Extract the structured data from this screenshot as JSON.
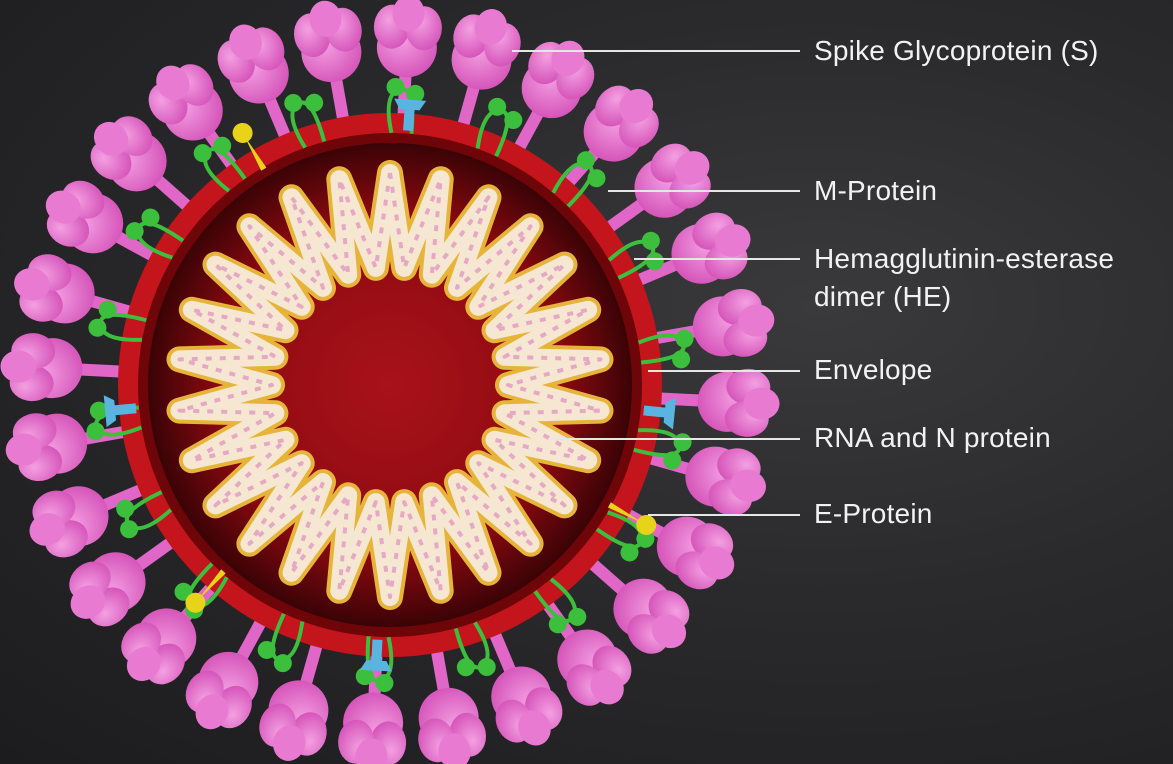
{
  "labels": {
    "spike": "Spike Glycoprotein (S)",
    "m_protein": "M-Protein",
    "he_line1": "Hemagglutinin-esterase",
    "he_line2": "dimer (HE)",
    "envelope": "Envelope",
    "rna": "RNA and N protein",
    "e_protein": "E-Protein"
  },
  "colors": {
    "background": "#2a2a2c",
    "spike": "#e066c8",
    "envelope": "#c4141c",
    "interior": "#8e0a10",
    "m_protein": "#3cbf3c",
    "he": "#5ab4e0",
    "e_protein": "#e8d21a",
    "rna_strand": "#f6e7d2",
    "rna_edge": "#e7b43a",
    "label_text": "#f2f2f2"
  }
}
